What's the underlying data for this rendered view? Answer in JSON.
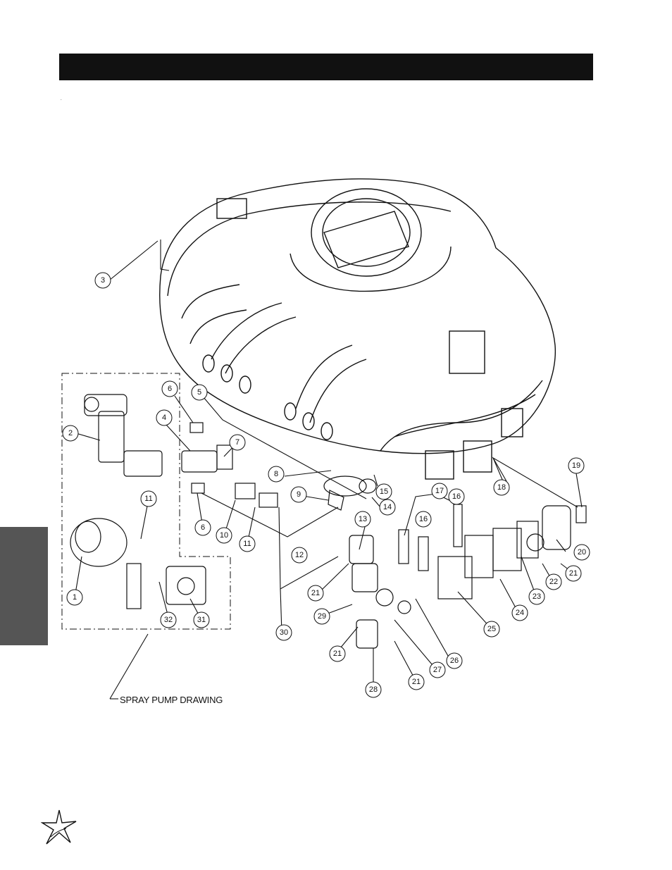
{
  "header": {
    "title": ""
  },
  "page_mark": ".",
  "diagram": {
    "caption": "SPRAY PUMP DRAWING",
    "callouts": [
      "1",
      "2",
      "3",
      "4",
      "5",
      "6",
      "6",
      "7",
      "8",
      "9",
      "10",
      "11",
      "11",
      "12",
      "13",
      "14",
      "15",
      "16",
      "16",
      "17",
      "18",
      "19",
      "20",
      "21",
      "21",
      "21",
      "21",
      "21",
      "22",
      "23",
      "24",
      "25",
      "26",
      "27",
      "28",
      "29",
      "30",
      "31",
      "32"
    ]
  },
  "logo": {
    "icon": "star-logo-icon"
  }
}
